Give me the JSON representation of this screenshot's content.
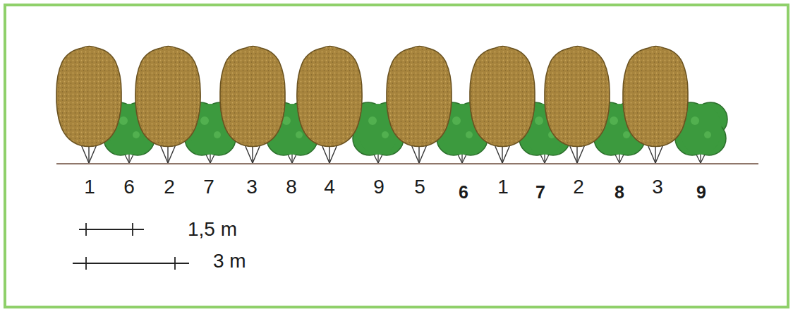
{
  "diagram": {
    "labels": [
      "1",
      "6",
      "2",
      "7",
      "3",
      "8",
      "4",
      "9",
      "5",
      "6",
      "1",
      "7",
      "2",
      "8",
      "3",
      "9",
      "1,5 m",
      "3 m"
    ]
  }
}
